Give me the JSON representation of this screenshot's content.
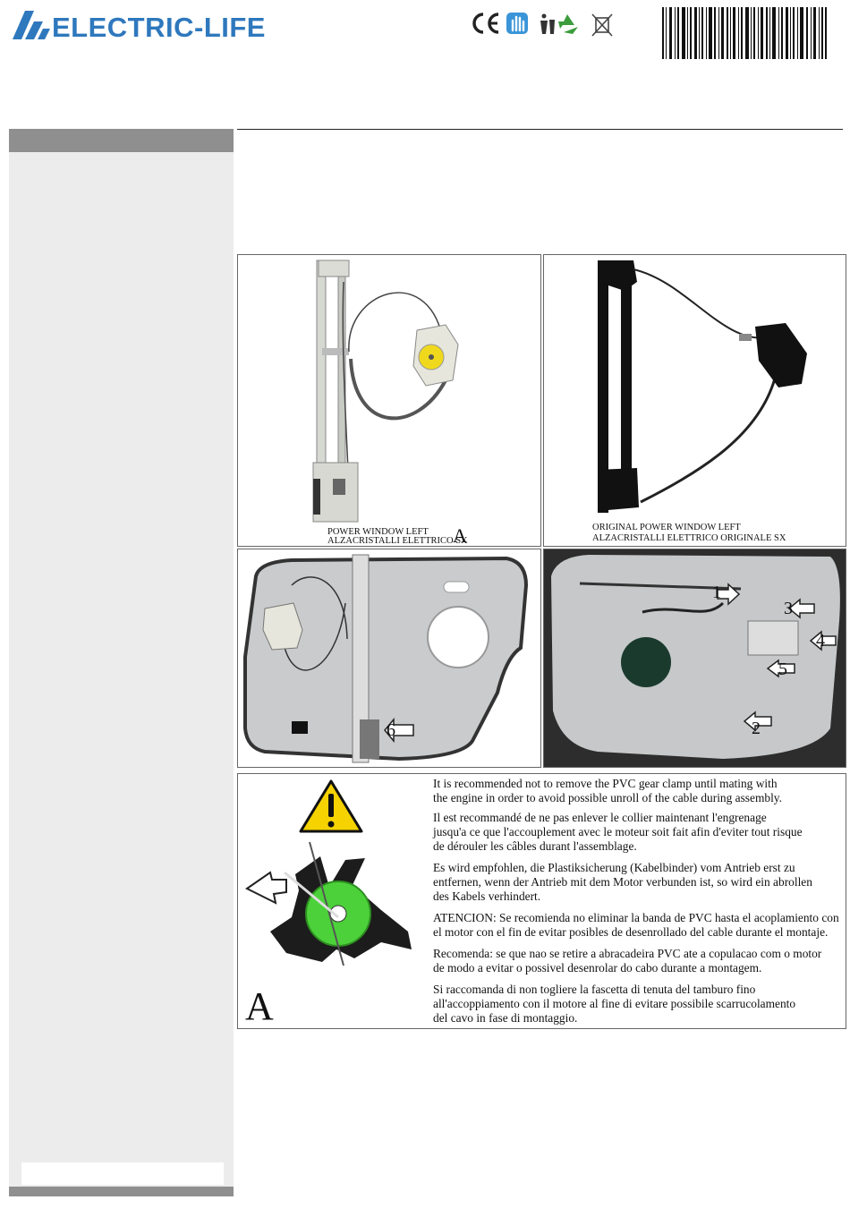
{
  "header": {
    "brand": "ELECTRIC-LIFE",
    "icons": [
      "ce-mark-icon",
      "hand-care-icon",
      "trash-bin-icon",
      "recycle-icon",
      "crossed-bin-icon"
    ],
    "brand_color": "#2e78bd"
  },
  "panels": {
    "aftermarket": {
      "caption_line1": "POWER WINDOW LEFT",
      "caption_line2": "ALZACRISTALLI ELETTRICO SX",
      "marker": "A"
    },
    "original": {
      "caption_line1": "ORIGINAL POWER WINDOW LEFT",
      "caption_line2": "ALZACRISTALLI ELETTRICO ORIGINALE SX"
    },
    "door_panel": {
      "marker": "6"
    },
    "door_installed": {
      "markers": [
        "1",
        "2",
        "3",
        "4",
        "5"
      ]
    },
    "gear_clamp": {
      "marker": "A",
      "notes": [
        [
          "It is recommended not to remove the PVC gear clamp until mating with",
          "the engine in order to avoid possible unroll of the cable during assembly."
        ],
        [
          "Il est recommandé de ne pas enlever le collier maintenant l'engrenage",
          "jusqu'a ce que l'accouplement avec le moteur soit fait afin d'eviter tout risque",
          "de dérouler les câbles durant l'assemblage."
        ],
        [
          "Es wird empfohlen, die Plastiksicherung (Kabelbinder) vom Antrieb erst zu",
          "entfernen, wenn der Antrieb mit dem Motor verbunden ist, so wird ein abrollen",
          "des Kabels verhindert."
        ],
        [
          "ATENCION: Se recomienda no eliminar la banda de PVC hasta el acoplamiento con",
          "el motor con el fin de evitar posibles de desenrollado del cable durante el montaje."
        ],
        [
          "Recomenda: se que nao se retire a abracadeira PVC ate a copulacao com o motor",
          "de modo a evitar o possivel desenrolar do cabo durante a montagem."
        ],
        [
          "Si raccomanda di non togliere la fascetta di tenuta del tamburo fino",
          "all'accoppiamento con il motore al fine di evitare possibile scarrucolamento",
          "del cavo in fase di montaggio."
        ]
      ]
    }
  }
}
